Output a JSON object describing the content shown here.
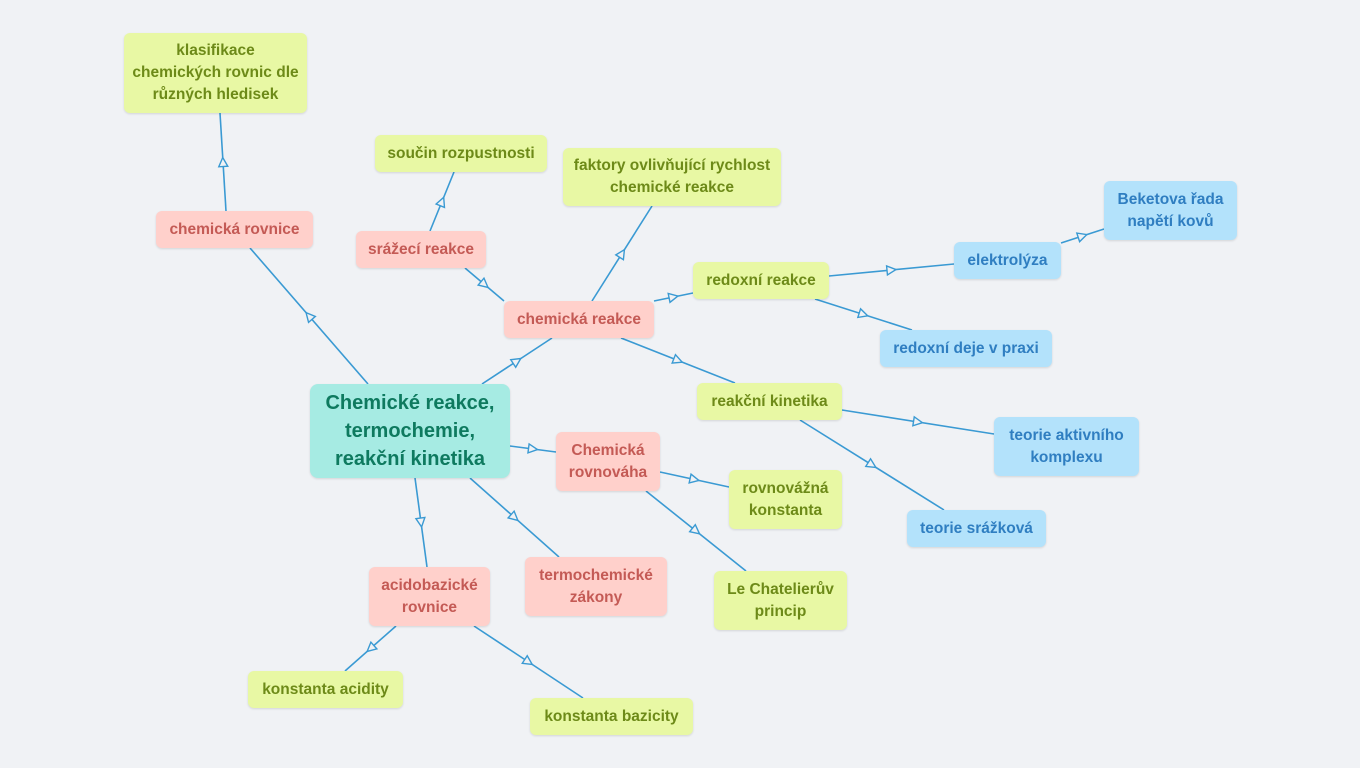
{
  "mindmap": {
    "root": "Chemické reakce, termochemie, reakční kinetika",
    "nodes": {
      "klasifikace": "klasifikace chemických rovnic dle různých hledisek",
      "chem_rovnice": "chemická rovnice",
      "soucin": "součin rozpustnosti",
      "srazeci": "srážecí reakce",
      "faktory": "faktory ovlivňující rychlost chemické reakce",
      "chem_reakce": "chemická reakce",
      "redoxni": "redoxní reakce",
      "elektrolyza": "elektrolýza",
      "beketova": "Beketova řada napětí kovů",
      "redox_praxe": "redoxní deje v praxi",
      "kinetika": "reakční kinetika",
      "aktivni": "teorie aktivního komplexu",
      "srazkova": "teorie srážková",
      "rovnovaha": "Chemická rovnováha",
      "konstanta": "rovnovážná konstanta",
      "chatelier": "Le Chatelierův princip",
      "termo": "termochemické zákony",
      "acidobaz": "acidobazické rovnice",
      "acidity": "konstanta acidity",
      "bazicity": "konstanta bazicity"
    }
  },
  "colors": {
    "line": "#3a9ad3",
    "root_bg": "#a6ebe3",
    "red_bg": "#ffd0cb",
    "green_bg": "#e8f8a4",
    "blue_bg": "#b3e2fb"
  }
}
